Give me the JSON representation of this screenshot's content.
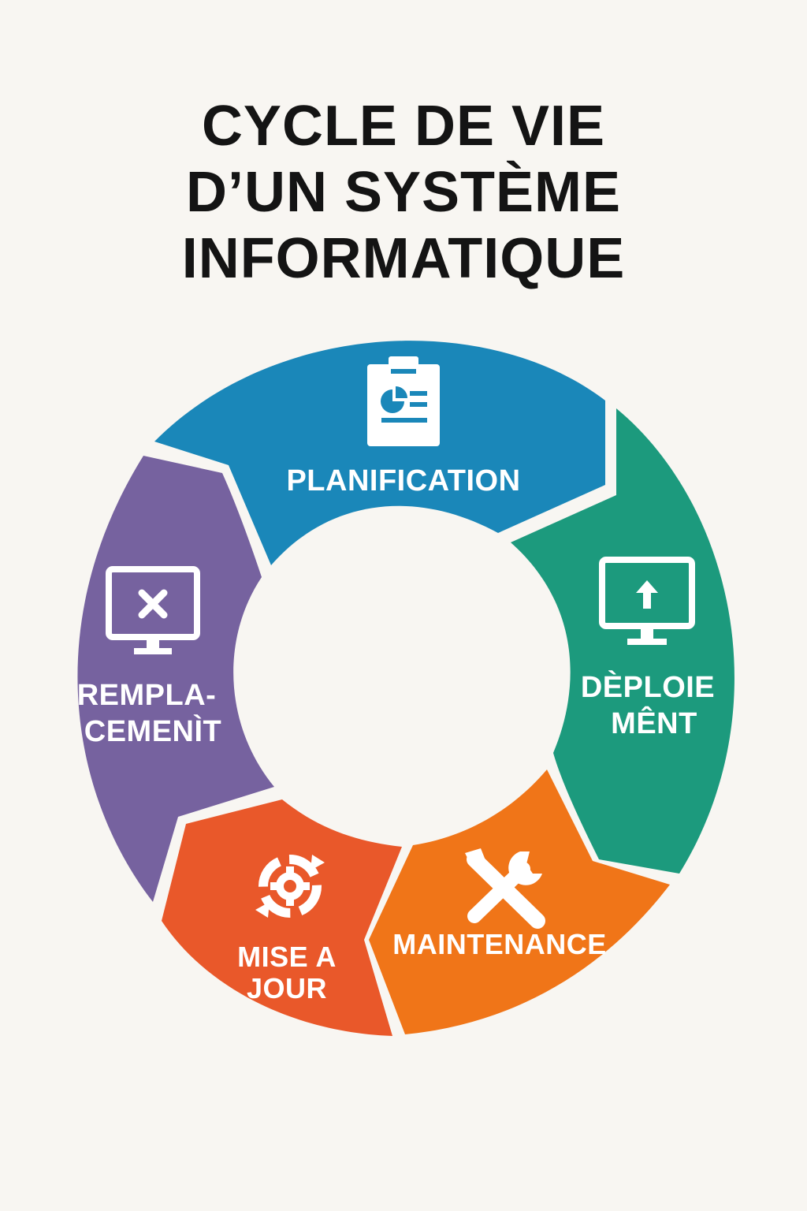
{
  "title": {
    "lines": [
      "CYCLE DE VIE",
      "D’UN SYSTÈME",
      "INFORMATIQUE"
    ]
  },
  "segments": [
    {
      "id": "planification",
      "label_lines": [
        "PLANIFICATION"
      ],
      "icon": "clipboard-chart-icon",
      "color": "#1a87b9"
    },
    {
      "id": "deploiement",
      "label_lines": [
        "DÈPLOIE",
        "MÊNT"
      ],
      "icon": "monitor-upload-icon",
      "color": "#1c9a7d"
    },
    {
      "id": "maintenance",
      "label_lines": [
        "MAINTENANCE"
      ],
      "icon": "tools-icon",
      "color": "#f07518"
    },
    {
      "id": "mise-a-jour",
      "label_lines": [
        "MISE A",
        "JOUR"
      ],
      "icon": "gear-cycle-icon",
      "color": "#e9582a"
    },
    {
      "id": "remplacement",
      "label_lines": [
        "REMPLA-",
        "CEMENÌT"
      ],
      "icon": "monitor-cross-icon",
      "color": "#76629f"
    }
  ]
}
